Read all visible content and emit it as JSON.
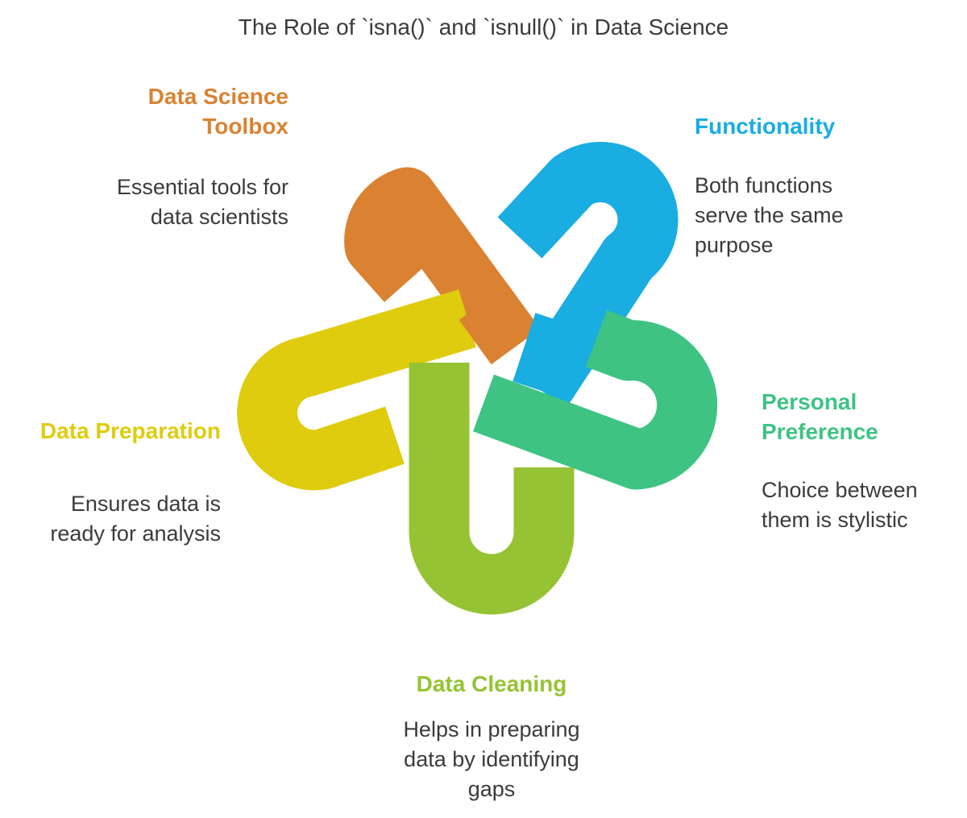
{
  "title": "The Role of `isna()` and `isnull()` in Data Science",
  "colors": {
    "orange": "#DA8232",
    "blue": "#19ADE1",
    "green": "#3EC383",
    "yellow": "#DFCC0E",
    "lime": "#96C333",
    "text": "#3B3B3B"
  },
  "sections": {
    "toolbox": {
      "heading_line1": "Data Science",
      "heading_line2": "Toolbox",
      "desc_line1": "Essential tools for",
      "desc_line2": "data scientists"
    },
    "functionality": {
      "heading": "Functionality",
      "desc_line1": "Both functions",
      "desc_line2": "serve the same",
      "desc_line3": "purpose"
    },
    "preference": {
      "heading_line1": "Personal",
      "heading_line2": "Preference",
      "desc_line1": "Choice between",
      "desc_line2": "them is stylistic"
    },
    "preparation": {
      "heading": "Data Preparation",
      "desc_line1": "Ensures data is",
      "desc_line2": "ready for analysis"
    },
    "cleaning": {
      "heading": "Data Cleaning",
      "desc_line1": "Helps in preparing",
      "desc_line2": "data by identifying",
      "desc_line3": "gaps"
    }
  }
}
